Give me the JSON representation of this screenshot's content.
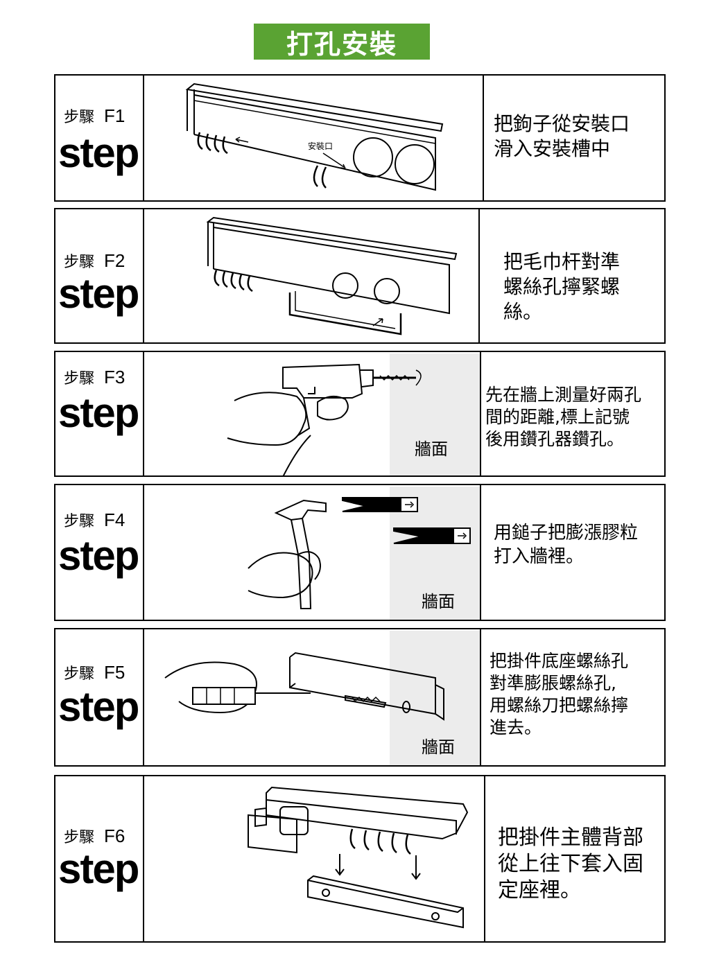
{
  "title": "打孔安裝",
  "step_prefix": "步驟",
  "step_word": "step",
  "wall_label": "牆面",
  "hook_slot_label": "安裝口",
  "steps": [
    {
      "code": "F1",
      "lines": [
        "把鉤子從安裝口",
        "滑入安裝槽中"
      ]
    },
    {
      "code": "F2",
      "lines": [
        "把毛巾杆對準",
        "螺絲孔擰緊螺",
        "絲。"
      ]
    },
    {
      "code": "F3",
      "lines": [
        "先在牆上測量好兩孔",
        "間的距離,標上記號",
        "後用鑽孔器鑽孔。"
      ]
    },
    {
      "code": "F4",
      "lines": [
        "用鎚子把膨漲膠粒",
        "打入牆裡。"
      ]
    },
    {
      "code": "F5",
      "lines": [
        "把掛件底座螺絲孔",
        "對準膨脹螺絲孔,",
        "用螺絲刀把螺絲擰",
        "進去。"
      ]
    },
    {
      "code": "F6",
      "lines": [
        "把掛件主體背部",
        "從上往下套入固",
        "定座裡。"
      ]
    }
  ]
}
